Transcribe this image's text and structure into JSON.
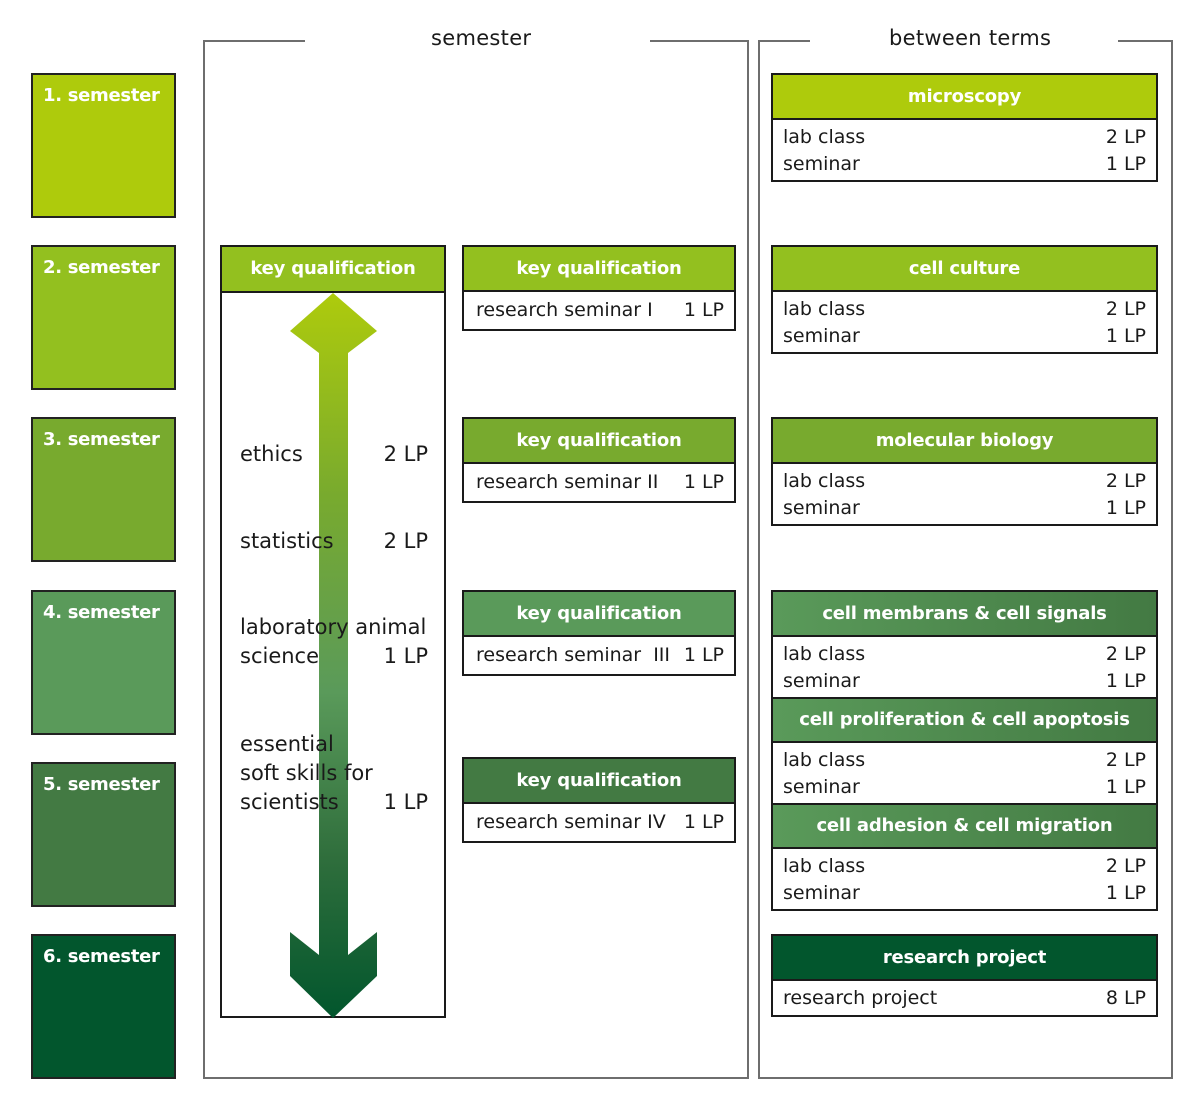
{
  "colors": {
    "sem1": "#aecb0c",
    "sem2": "#93c01f",
    "sem3": "#78aa2e",
    "sem4": "#5a9a5a",
    "sem5": "#437a43",
    "sem6": "#02562d"
  },
  "semesters": [
    {
      "label": "1. semester"
    },
    {
      "label": "2. semester"
    },
    {
      "label": "3. semester"
    },
    {
      "label": "4. semester"
    },
    {
      "label": "5. semester"
    },
    {
      "label": "6. semester"
    }
  ],
  "semester_column": {
    "title": "semester",
    "key_qualification_block": {
      "title": "key qualification",
      "items": [
        {
          "name": "ethics",
          "lp": "2 LP"
        },
        {
          "name": "statistics",
          "lp": "2 LP"
        },
        {
          "name": "laboratory animal\nscience",
          "lp": "1 LP"
        },
        {
          "name": "essential\nsoft skills for\nscientists",
          "lp": "1 LP"
        }
      ],
      "arrow_icon": "double-headed-vertical-arrow"
    },
    "research_seminars": [
      {
        "title": "key qualification",
        "item": "research seminar I",
        "lp": "1 LP"
      },
      {
        "title": "key qualification",
        "item": "research seminar II",
        "lp": "1 LP"
      },
      {
        "title": "key qualification",
        "item": "research seminar  III",
        "lp": "1 LP"
      },
      {
        "title": "key qualification",
        "item": "research seminar IV",
        "lp": "1 LP"
      }
    ]
  },
  "between_terms_column": {
    "title": "between terms",
    "modules": [
      {
        "title": "microscopy",
        "rows": [
          {
            "name": "lab class",
            "lp": "2 LP"
          },
          {
            "name": "seminar",
            "lp": "1 LP"
          }
        ]
      },
      {
        "title": "cell culture",
        "rows": [
          {
            "name": "lab class",
            "lp": "2 LP"
          },
          {
            "name": "seminar",
            "lp": "1 LP"
          }
        ]
      },
      {
        "title": "molecular biology",
        "rows": [
          {
            "name": "lab class",
            "lp": "2 LP"
          },
          {
            "name": "seminar",
            "lp": "1 LP"
          }
        ]
      },
      {
        "title": "cell  membrans & cell signals",
        "rows": [
          {
            "name": "lab class",
            "lp": "2 LP"
          },
          {
            "name": "seminar",
            "lp": "1 LP"
          }
        ]
      },
      {
        "title": "cell proliferation & cell apoptosis",
        "rows": [
          {
            "name": "lab class",
            "lp": "2 LP"
          },
          {
            "name": "seminar",
            "lp": "1 LP"
          }
        ]
      },
      {
        "title": "cell adhesion & cell migration",
        "rows": [
          {
            "name": "lab class",
            "lp": "2 LP"
          },
          {
            "name": "seminar",
            "lp": "1 LP"
          }
        ]
      },
      {
        "title": "research project",
        "rows": [
          {
            "name": "research project",
            "lp": "8 LP"
          }
        ]
      }
    ]
  }
}
